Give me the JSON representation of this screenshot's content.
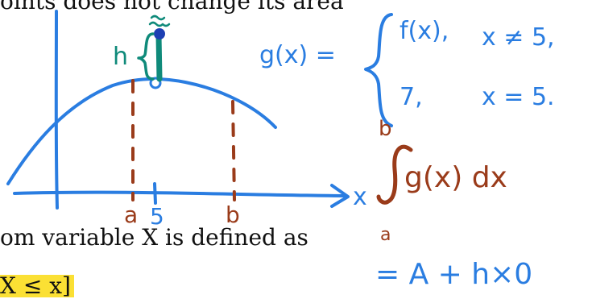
{
  "printed_text": {
    "top_fragment": "oints does not change its area",
    "middle_fragment": "om variable X is defined as",
    "bottom_fragment": "X ≤ x]"
  },
  "handwriting": {
    "h_label": "h",
    "g_definition": {
      "lhs": "g(x) =",
      "case1_value": "f(x),",
      "case1_condition": "x ≠ 5,",
      "case2_value": "7,",
      "case2_condition": "x = 5."
    },
    "integral": {
      "upper_limit": "b",
      "integrand": "g(x) dx",
      "lower_limit": "a",
      "result": "= A + h×0"
    },
    "axis_labels": {
      "a": "a",
      "five": "5",
      "b": "b",
      "x": "x"
    }
  },
  "colors": {
    "sketch_blue": "#2a7de1",
    "teal": "#0f8a7a",
    "brown": "#9a3b1a",
    "highlight": "#fbe034"
  }
}
